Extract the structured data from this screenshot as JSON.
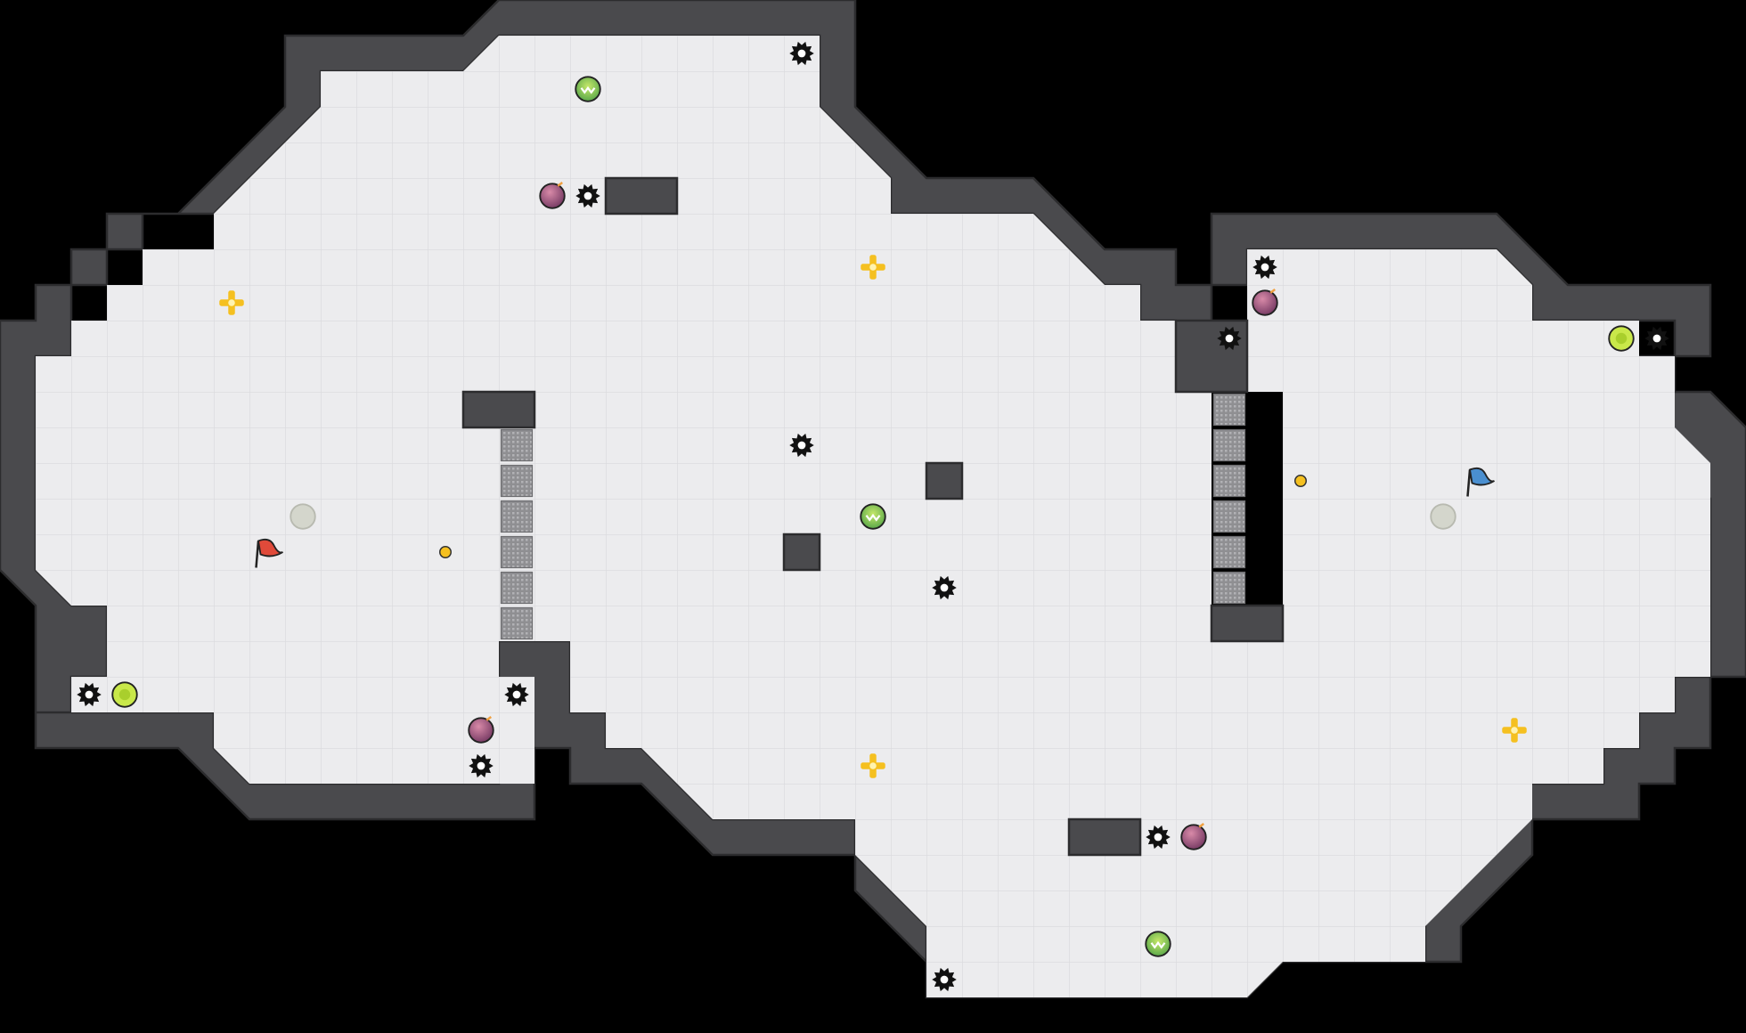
{
  "game": {
    "title": "",
    "colors": {
      "background": "#000000",
      "floor": "#ececee",
      "grid": "#d8d8dc",
      "wall": "#4a4a4d",
      "wall_edge": "#2c2c2e",
      "red_team": "#e04a3a",
      "blue_team": "#4a8fd0",
      "boost": "#f5c020",
      "bomb": "#9a4d7a",
      "powerup": "#7bc043",
      "spike": "#111111",
      "gate": "#9a9a9a"
    },
    "grid_cell_units": 1,
    "entities": {
      "red_flag": {
        "team": "red",
        "icon": "flag-icon",
        "cell": [
          7,
          15
        ]
      },
      "blue_flag": {
        "team": "blue",
        "icon": "flag-icon",
        "cell": [
          41,
          13
        ]
      },
      "spawn_markers": [
        {
          "cell": [
            8,
            14
          ]
        },
        {
          "cell": [
            40,
            14
          ]
        }
      ],
      "small_boosts": [
        {
          "cell": [
            12,
            15
          ]
        },
        {
          "cell": [
            36,
            13
          ]
        }
      ],
      "boosts": [
        {
          "icon": "boost-icon",
          "cell": [
            6,
            8
          ]
        },
        {
          "icon": "boost-icon",
          "cell": [
            24,
            7
          ]
        },
        {
          "icon": "boost-icon",
          "cell": [
            24,
            21
          ]
        },
        {
          "icon": "boost-icon",
          "cell": [
            42,
            20
          ]
        }
      ],
      "bombs": [
        {
          "icon": "bomb-icon",
          "cell": [
            15,
            5
          ]
        },
        {
          "icon": "bomb-icon",
          "cell": [
            13,
            20
          ]
        },
        {
          "icon": "bomb-icon",
          "cell": [
            35,
            8
          ]
        },
        {
          "icon": "bomb-icon",
          "cell": [
            33,
            23
          ]
        }
      ],
      "powerups": [
        {
          "icon": "powerup-icon",
          "cell": [
            16,
            2
          ]
        },
        {
          "icon": "powerup-icon",
          "cell": [
            24,
            14
          ]
        },
        {
          "icon": "powerup-icon",
          "cell": [
            32,
            26
          ]
        }
      ],
      "neutral_orbs": [
        {
          "cell": [
            3,
            19
          ]
        },
        {
          "cell": [
            45,
            9
          ]
        }
      ],
      "spikes": [
        {
          "cell": [
            22,
            1
          ]
        },
        {
          "cell": [
            16,
            5
          ]
        },
        {
          "cell": [
            22,
            12
          ]
        },
        {
          "cell": [
            26,
            16
          ]
        },
        {
          "cell": [
            2,
            19
          ]
        },
        {
          "cell": [
            14,
            19
          ]
        },
        {
          "cell": [
            13,
            21
          ]
        },
        {
          "cell": [
            35,
            7
          ]
        },
        {
          "cell": [
            34,
            9
          ]
        },
        {
          "cell": [
            46,
            9
          ]
        },
        {
          "cell": [
            32,
            23
          ]
        },
        {
          "cell": [
            26,
            27
          ]
        }
      ],
      "gates": [
        {
          "cells": [
            [
              14,
              12
            ],
            [
              14,
              13
            ],
            [
              14,
              14
            ],
            [
              14,
              15
            ],
            [
              14,
              16
            ],
            [
              14,
              17
            ]
          ]
        },
        {
          "cells": [
            [
              34,
              11
            ],
            [
              34,
              12
            ],
            [
              34,
              13
            ],
            [
              34,
              14
            ],
            [
              34,
              15
            ],
            [
              34,
              16
            ]
          ]
        }
      ]
    }
  }
}
